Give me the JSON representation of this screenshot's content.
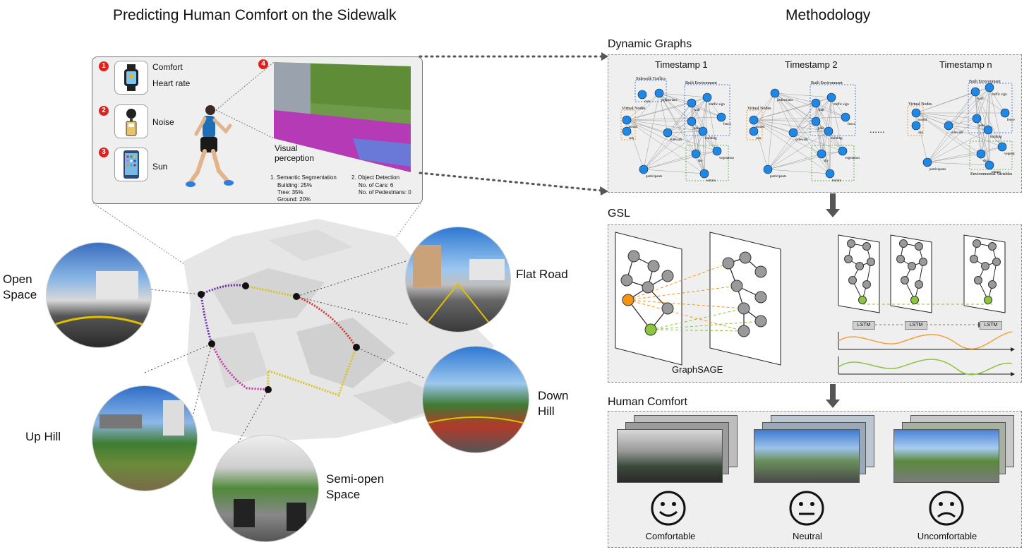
{
  "titles": {
    "left": "Predicting Human Comfort on the Sidewalk",
    "right": "Methodology"
  },
  "sensors": {
    "badge_1": "1",
    "badge_2": "2",
    "badge_3": "3",
    "badge_4": "4",
    "watch_label_1": "Comfort",
    "watch_label_2": "Heart rate",
    "noise_label": "Noise",
    "sun_label": "Sun",
    "visual_label": "Visual\nperception",
    "seg_title": "1. Semantic Segmentation",
    "seg_building": "Building: 25%",
    "seg_tree": "Tree: 35%",
    "seg_ground": "Ground: 20%",
    "det_title": "2. Object Detection",
    "det_cars": "No. of Cars: 6",
    "det_peds": "No. of Pedestrians: 0"
  },
  "places": {
    "open_space": "Open\nSpace",
    "flat_road": "Flat Road",
    "up_hill": "Up Hill",
    "down_hill": "Down\nHill",
    "semi_open": "Semi-open\nSpace"
  },
  "dynamic_graphs": {
    "section": "Dynamic Graphs",
    "timestamps": [
      "Timestamp 1",
      "Timestamp 2",
      "Timestamp n"
    ],
    "ellipsis": "......",
    "group_sidewalk": "Sidewalk Traffics",
    "group_built": "Built Environment",
    "group_virtual": "Virtual Nodes",
    "group_env": "Environmental Variables",
    "nodes": {
      "cars": "cars",
      "pedestrians": "pedestrians",
      "sound": "sound",
      "sun": "sun",
      "wall": "wall",
      "traffic_sign": "traffic sign",
      "fence": "fence",
      "pole": "pole",
      "building": "building",
      "sidewalk": "sidewalk",
      "participants": "participants",
      "sky": "sky",
      "vegetation": "vegetation",
      "terrain": "terrain"
    }
  },
  "gsl": {
    "section": "GSL",
    "graphsage": "GraphSAGE",
    "lstm": "LSTM",
    "colors": {
      "orange": "#f5940f",
      "green": "#8cc63f",
      "node": "#9a9a9a",
      "wave_orange": "#f3a03c",
      "wave_green": "#8cc63f"
    }
  },
  "human_comfort": {
    "section": "Human Comfort",
    "labels": [
      "Comfortable",
      "Neutral",
      "Uncomfortable"
    ]
  },
  "colors": {
    "node_blue": "#1e88e5",
    "route_purple": "#6a2db0",
    "route_red": "#d43a2f",
    "route_yellow": "#d9c31d",
    "route_magenta": "#c03aa0",
    "badge_red": "#e0201b"
  }
}
